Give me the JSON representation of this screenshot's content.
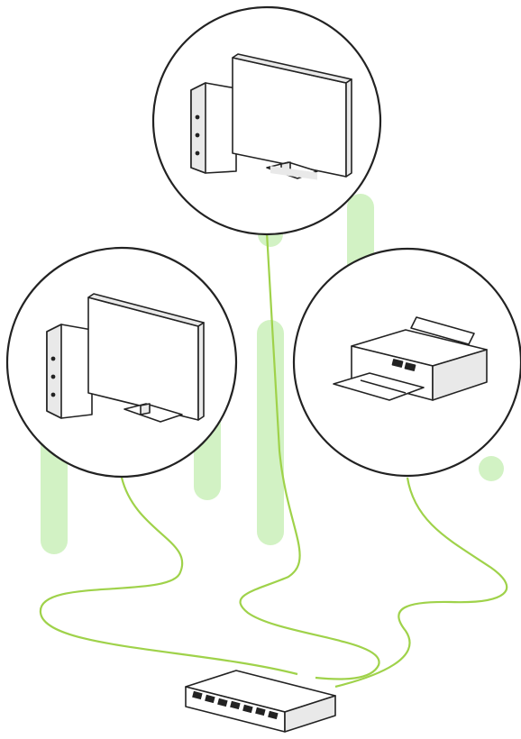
{
  "diagram": {
    "nodes": [
      {
        "id": "computer-top",
        "kind": "desktop-computer",
        "icon": "desktop-computer-icon"
      },
      {
        "id": "computer-left",
        "kind": "desktop-computer",
        "icon": "desktop-computer-icon"
      },
      {
        "id": "printer-right",
        "kind": "printer",
        "icon": "printer-icon"
      },
      {
        "id": "network-switch",
        "kind": "network-switch",
        "icon": "network-switch-icon",
        "ports": 7
      }
    ],
    "links": [
      {
        "from": "computer-left",
        "to": "network-switch"
      },
      {
        "from": "computer-top",
        "to": "network-switch"
      },
      {
        "from": "printer-right",
        "to": "network-switch"
      }
    ],
    "watermark": {
      "color": "#7ed957"
    },
    "colors": {
      "cable": "#9fd24a",
      "outline": "#222222",
      "device_fill": "#ffffff",
      "device_shade": "#e9e9e9"
    }
  }
}
